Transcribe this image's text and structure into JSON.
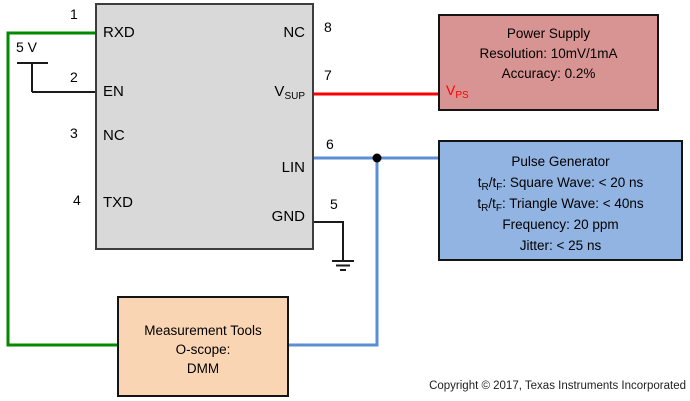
{
  "diagram": {
    "supply": {
      "label": "5 V"
    },
    "ic": {
      "fill": "#d9d9d9",
      "pins_left": [
        {
          "num": "1",
          "label": "RXD"
        },
        {
          "num": "2",
          "label": "EN"
        },
        {
          "num": "3",
          "label": "NC"
        },
        {
          "num": "4",
          "label": "TXD"
        }
      ],
      "pins_right": [
        {
          "num": "8",
          "label": "NC"
        },
        {
          "num": "7",
          "label_base": "V",
          "label_sub": "SUP"
        },
        {
          "num": "6",
          "label": "LIN"
        },
        {
          "num": "5",
          "label": "GND"
        }
      ]
    },
    "wires": {
      "rxd_color": "#008a00",
      "vsup_color": "#ff0000",
      "lin_color": "#5b8fd4",
      "black": "#1a1a1a"
    },
    "boxes": {
      "power_supply": {
        "fill": "#d89492",
        "title": "Power Supply",
        "line1": "Resolution: 10mV/1mA",
        "line2": "Accuracy: 0.2%",
        "terminal_base": "V",
        "terminal_sub": "PS",
        "terminal_color": "#ff0000"
      },
      "pulse_generator": {
        "fill": "#92b4e3",
        "title": "Pulse Generator",
        "line2": {
          "t1": "t",
          "s1": "R",
          "t2": "/t",
          "s2": "F",
          "rest": ": Square Wave: < 20 ns"
        },
        "line3": {
          "t1": "t",
          "s1": "R",
          "t2": "/t",
          "s2": "F",
          "rest": ": Triangle Wave: < 40ns"
        },
        "line4": "Frequency: 20 ppm",
        "line5": "Jitter: < 25 ns"
      },
      "measurement": {
        "fill": "#fad5b4",
        "title": "Measurement Tools",
        "line1": "O-scope:",
        "line2": "DMM"
      }
    },
    "footer": {
      "copyright": "Copyright © 2017, Texas Instruments Incorporated"
    }
  }
}
